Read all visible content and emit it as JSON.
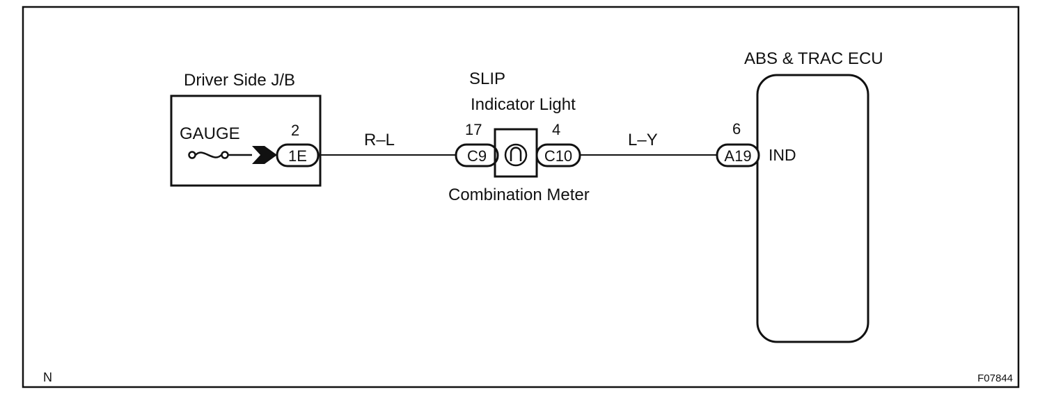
{
  "jb": {
    "title": "Driver Side J/B",
    "fuse_label": "GAUGE",
    "pin": "2",
    "connector": "1E"
  },
  "wire1": {
    "color_code": "R–L"
  },
  "meter": {
    "title_line1": "SLIP",
    "title_line2": "Indicator Light",
    "name": "Combination Meter",
    "pin_left": "17",
    "connector_left": "C9",
    "pin_right": "4",
    "connector_right": "C10"
  },
  "wire2": {
    "color_code": "L–Y"
  },
  "ecu": {
    "title": "ABS & TRAC ECU",
    "pin": "6",
    "connector": "A19",
    "terminal": "IND"
  },
  "footer": {
    "corner_mark": "N",
    "figure_code": "F07844"
  },
  "icons": {
    "fuse": "fuse-icon",
    "connector_arrow": "male-connector-arrow-icon",
    "bulb": "indicator-bulb-icon"
  }
}
